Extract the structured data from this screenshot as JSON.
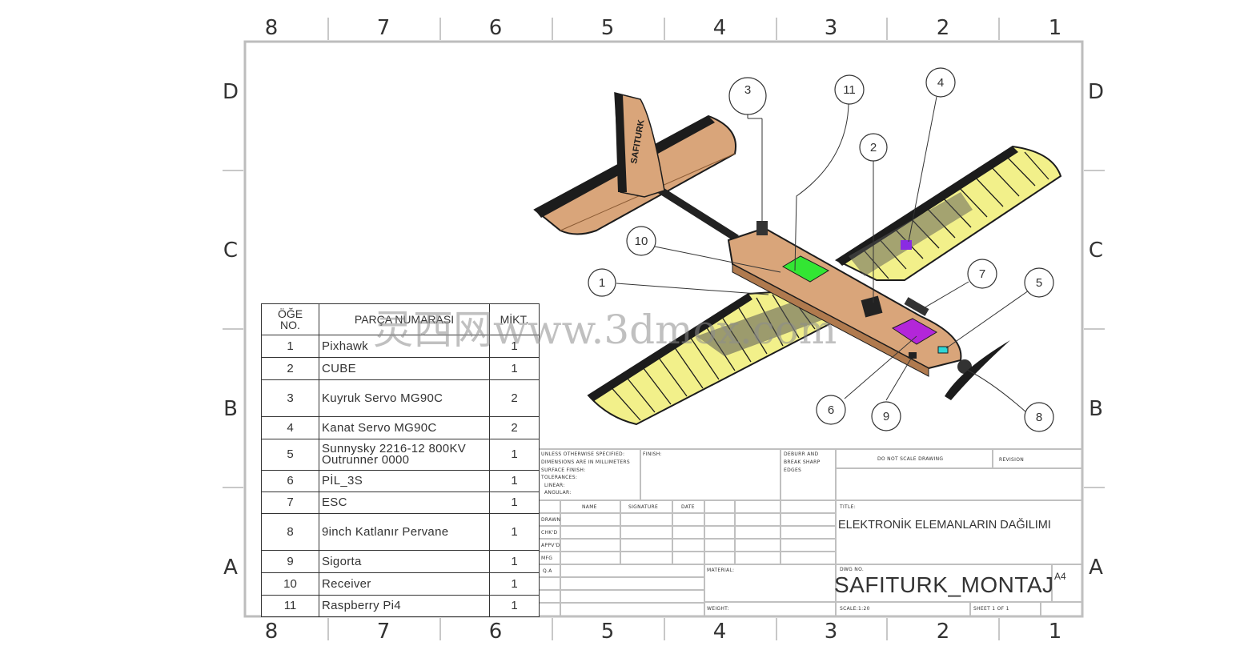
{
  "zones": {
    "columns": [
      "8",
      "7",
      "6",
      "5",
      "4",
      "3",
      "2",
      "1"
    ],
    "rows": [
      "D",
      "C",
      "B",
      "A"
    ]
  },
  "bom": {
    "headers": [
      "ÖĞE\nNO.",
      "PARÇA NUMARASI",
      "MİKT."
    ],
    "rows": [
      {
        "no": "1",
        "name": "Pixhawk",
        "qty": "1"
      },
      {
        "no": "2",
        "name": "CUBE",
        "qty": "1"
      },
      {
        "no": "3",
        "name": "Kuyruk Servo MG90C",
        "qty": "2"
      },
      {
        "no": "4",
        "name": "Kanat Servo MG90C",
        "qty": "2"
      },
      {
        "no": "5",
        "name": "Sunnysky 2216-12 800KV Outrunner 0000",
        "qty": "1"
      },
      {
        "no": "6",
        "name": "PİL_3S",
        "qty": "1"
      },
      {
        "no": "7",
        "name": "ESC",
        "qty": "1"
      },
      {
        "no": "8",
        "name": "9inch Katlanır Pervane",
        "qty": "1"
      },
      {
        "no": "9",
        "name": "Sigorta",
        "qty": "1"
      },
      {
        "no": "10",
        "name": "Receiver",
        "qty": "1"
      },
      {
        "no": "11",
        "name": "Raspberry Pi4",
        "qty": "1"
      }
    ]
  },
  "balloons": [
    "1",
    "2",
    "3",
    "4",
    "5",
    "6",
    "7",
    "8",
    "9",
    "10",
    "11"
  ],
  "title_block": {
    "unless_lines": [
      "UNLESS OTHERWISE SPECIFIED:",
      "DIMENSIONS ARE IN MILLIMETERS",
      "SURFACE FINISH:",
      "TOLERANCES:",
      "LINEAR:",
      "ANGULAR:"
    ],
    "finish": "FINISH:",
    "deburr_lines": [
      "DEBURR AND",
      "BREAK SHARP",
      "EDGES"
    ],
    "do_not_scale": "DO NOT SCALE DRAWING",
    "revision": "REVISION",
    "col_headers": [
      "NAME",
      "SIGNATURE",
      "DATE"
    ],
    "row_labels": [
      "DRAWN",
      "CHK'D",
      "APPV'D",
      "MFG",
      "Q.A"
    ],
    "title_label": "TITLE:",
    "title": "ELEKTRONİK ELEMANLARIN DAĞILIMI",
    "material_label": "MATERIAL:",
    "dwg_no_label": "DWG NO.",
    "dwg_no": "SAFITURK_MONTAJ",
    "size": "A4",
    "weight_label": "WEIGHT:",
    "scale": "SCALE:1:20",
    "sheet": "SHEET 1 OF 1"
  },
  "fin_text": "SAFITURK",
  "watermark": "灵西网www.3dmox.com",
  "colors": {
    "wood": "#d9a57a",
    "rib_yellow": "#f2f08a",
    "black": "#1c1c1c",
    "green_board": "#33e633",
    "purple_battery": "#b326d9",
    "cyan_part": "#2fd6d6",
    "border_gray": "#bdbdbd"
  }
}
